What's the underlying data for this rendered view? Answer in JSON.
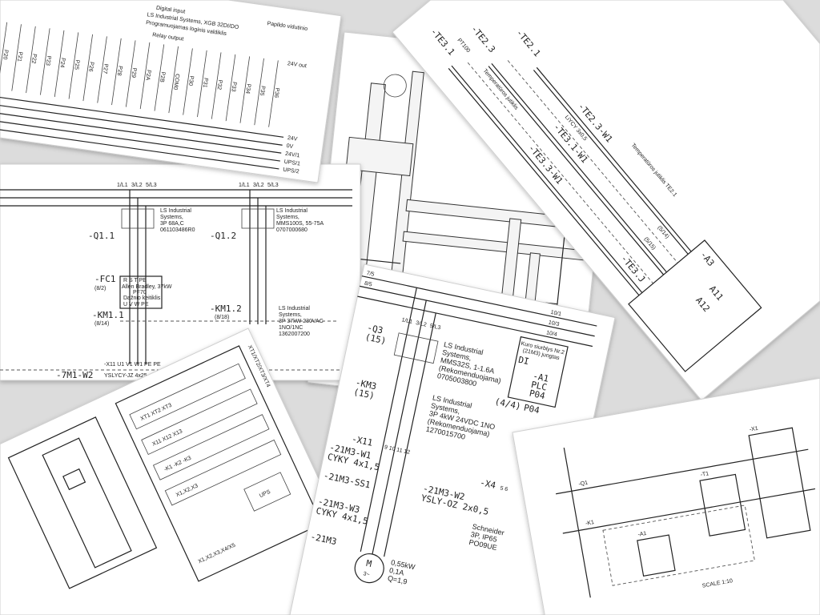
{
  "sheets": {
    "top_left": {
      "header_a": "LS Industrial Systems, XGB 32DI/DO",
      "header_b": "Digital input",
      "header_c": "Relay output",
      "header_d": "Programuojamas loginis valdiklis",
      "pins": [
        "P20",
        "P21",
        "P22",
        "P23",
        "P24",
        "P25",
        "P26",
        "P27",
        "P28",
        "P29",
        "P2A",
        "P2B",
        "COM0",
        "P30",
        "P31",
        "P32",
        "P33",
        "P34",
        "P35",
        "P36"
      ],
      "supply": [
        "24V",
        "0V",
        "24V/1",
        "UPS/1",
        "UPS/2"
      ],
      "note": "Papildo vidutinio",
      "out": "24V out"
    },
    "mid_left": {
      "q11": "-Q1.1",
      "q12": "-Q1.2",
      "q11_desc": [
        "LS Industrial",
        "Systems,",
        "3P 68A,C",
        "061103486R0"
      ],
      "q12_desc": [
        "LS Industrial",
        "Systems,",
        "MMS100S, 55-75A",
        "0707000680"
      ],
      "fc1": "-FC1",
      "fc1_ref": "(8/2)",
      "fc1_box": [
        "R  S  T  PE",
        "Allen Bradley, 37kW",
        "PF70",
        "Dažnio keitiklis",
        "U  V  W  PE"
      ],
      "km11": "-KM1.1",
      "km11_ref": "(8/14)",
      "km12": "-KM1.2",
      "km12_ref": "(8/18)",
      "km_desc": [
        "LS Industrial",
        "Systems,",
        "3P 37kW 230VAC",
        "1NO/1NC",
        "1362007200"
      ],
      "terminals": "-X11  U1 V1 W1 PE PE",
      "cable": "-7M1-W2",
      "cable_type": "YSLYCY-JZ 4x25",
      "phases_a": [
        "1/L1",
        "3/L2",
        "5/L3"
      ],
      "phases_b": [
        "1/L1",
        "3/L2",
        "5/L3"
      ]
    },
    "center": {
      "refs": [
        "7/5",
        "8/5",
        "10/1",
        "10/3",
        "10/4"
      ],
      "phases": [
        "1/L1",
        "3/L2",
        "5/L3"
      ],
      "q3": "-Q3",
      "q3_ref": "(15)",
      "q3_desc": [
        "LS Industrial",
        "Systems,",
        "MMS32S, 1-1.6A",
        "(Rekomenduojama)",
        "0705003800"
      ],
      "km3": "-KM3",
      "km3_ref": "(15)",
      "km3_desc": [
        "LS Industrial",
        "Systems,",
        "3P 4kW 24VDC 1NO",
        "(Rekomenduojama)",
        "1270015700"
      ],
      "x11": "-X11",
      "x11_pins": "9  10  11  12",
      "w1": "-21M3-W1",
      "w1_type": "CYKY 4x1,5",
      "ss1": "-21M3-SS1",
      "w3": "-21M3-W3",
      "w3_type": "CYKY 4x1,5",
      "w2": "-21M3-W2",
      "w2_type": "YSLY-OZ 2x0,5",
      "x4": "-X4",
      "x4_pin": "5  6",
      "motor": "-21M3",
      "motor_symbol": "M",
      "motor_phase": "3~",
      "motor_spec": [
        "0,55kW",
        "0,1A",
        "Q=1,9"
      ],
      "schneider": [
        "Schneider",
        "3P, IP65",
        "PO09UE"
      ],
      "box_title": [
        "Kuro siurblys Nr.2",
        "(21M3) jungtas"
      ],
      "box_di": "DI",
      "box_a1": "-A1",
      "box_plc": "PLC",
      "box_p": "P04",
      "box_ref": "(4/4)",
      "box_p2": "P04"
    },
    "top_right": {
      "te21": "-TE2.1",
      "te23": "-TE2.3",
      "te31": "-TE3.1",
      "te3j": "-TE3.J",
      "w1": "-TE2.3-W1",
      "w2": "-TE3.1-W1",
      "w3": "-TE3.3-W1",
      "cable": "LiYCY 3x0,5",
      "a3": "-A3",
      "a11": "A11",
      "a12": "A12",
      "ref": "(5/14)",
      "ref2": "(5/15)",
      "pt": "PT100",
      "label": "Temperatūros jutiklis",
      "title": "Temperatūros jutiklis TE2.1"
    },
    "bottom_left": {
      "rails": [
        "XT1 XT2 XT3",
        "X11 X12 X13",
        "-K1 -K2 -K3",
        "X1,X2,X3"
      ],
      "ups": "UPS",
      "side": "XT1/XT2/XT3/XT4",
      "bottom": "X1,X2,X3,X4/X5"
    },
    "bottom_right": {
      "scale": "SCALE 1:10",
      "tags": [
        "-Q1",
        "-K1",
        "-A1",
        "-T1",
        "-X1"
      ]
    }
  }
}
